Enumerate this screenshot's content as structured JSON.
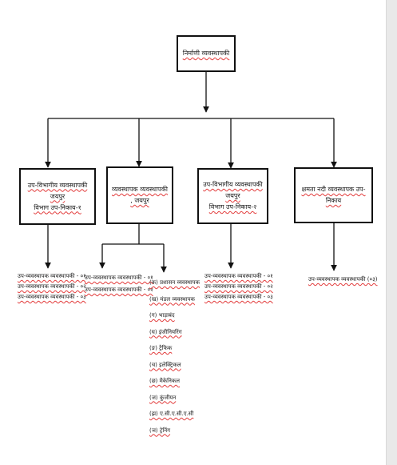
{
  "diagram": {
    "root": {
      "label": "निर्माणी व्यवस्थापकी"
    },
    "branches": [
      {
        "label": "उप-विभागीय व्यवस्थापकी जयपुर\nविभाग उप-निकाय-१",
        "items": [
          "उप-व्यवस्थापक व्यवस्थापकी - ०१",
          "उप-व्यवस्थापक व्यवस्थापकी - ०२",
          "उप-व्यवस्थापक व्यवस्थापकी - ०३"
        ]
      },
      {
        "label": "व्यवस्थापक व्यवस्थापकी , जयपुर",
        "items": [
          "उप-व्यवस्थापक व्यवस्थापकी - ०१",
          "उप-व्यवस्थापक व्यवस्थापकी - ०२"
        ],
        "sub_items": [
          "(क) प्रशासन व्यवस्थापक",
          "(ख) मंडल व्यवस्थापक",
          "(ग) भाड़ाबंद",
          "(घ) इंजीनियरिंग",
          "(ङ) ट्रैफिक",
          "(च) इलेक्ट्रिकल",
          "(छ) मैकेनिकल",
          "(ज) कुंजीयन",
          "(झ) ए.सी.ए.सी.ए.सी",
          "(ञ) ट्रेनिंग"
        ]
      },
      {
        "label": "उप-विभागीय व्यवस्थापकी जयपुर\nविभाग उप-निकाय-२",
        "items": [
          "उप-व्यवस्थापक व्यवस्थापकी - ०१",
          "उप-व्यवस्थापक व्यवस्थापकी - ०२",
          "उप-व्यवस्थापक व्यवस्थापकी - ०३"
        ]
      },
      {
        "label": "क्षमता नदी व्यवस्थापक उप-निकाय",
        "items": [
          "उप-व्यवस्थापक व्यवस्थापकी (०३)"
        ]
      }
    ]
  },
  "colors": {
    "stroke": "#111111",
    "spell_underline": "#e23b3b",
    "page": "#ffffff",
    "gutter": "#e9e9e9"
  }
}
